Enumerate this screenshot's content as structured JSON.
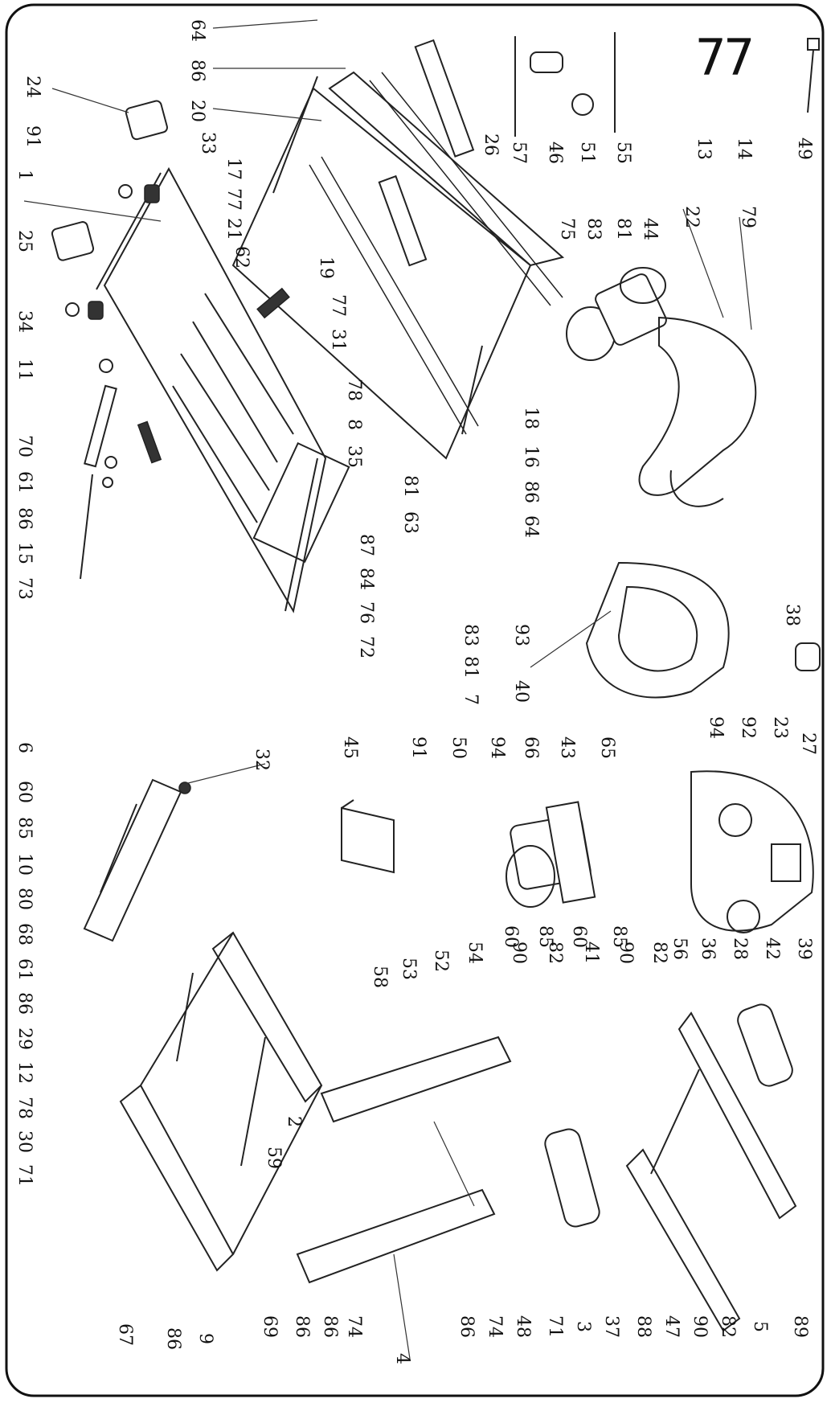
{
  "diagram": {
    "callout_labels": [
      "64",
      "86",
      "20",
      "24",
      "91",
      "33",
      "17",
      "77",
      "21",
      "1",
      "62",
      "19",
      "25",
      "34",
      "11",
      "77",
      "31",
      "78",
      "8",
      "35",
      "70",
      "61",
      "86",
      "15",
      "73",
      "18",
      "16",
      "86",
      "64",
      "81",
      "63",
      "7",
      "81",
      "83",
      "72",
      "76",
      "84",
      "87",
      "26",
      "57",
      "46",
      "51",
      "55",
      "13",
      "14",
      "49",
      "75",
      "83",
      "81",
      "44",
      "22",
      "79",
      "93",
      "40",
      "38",
      "23",
      "92",
      "94",
      "27",
      "32",
      "6",
      "60",
      "85",
      "10",
      "80",
      "68",
      "61",
      "86",
      "29",
      "12",
      "78",
      "30",
      "71",
      "45",
      "91",
      "50",
      "94",
      "66",
      "43",
      "65",
      "85",
      "60",
      "85",
      "60",
      "54",
      "52",
      "53",
      "58",
      "59",
      "2",
      "67",
      "86",
      "9",
      "69",
      "86",
      "86",
      "74",
      "4",
      "86",
      "74",
      "48",
      "71",
      "3",
      "37",
      "90",
      "82",
      "41",
      "90",
      "82",
      "36",
      "56",
      "28",
      "42",
      "39",
      "88",
      "47",
      "90",
      "82",
      "5",
      "89"
    ],
    "big_numeral": "77"
  }
}
